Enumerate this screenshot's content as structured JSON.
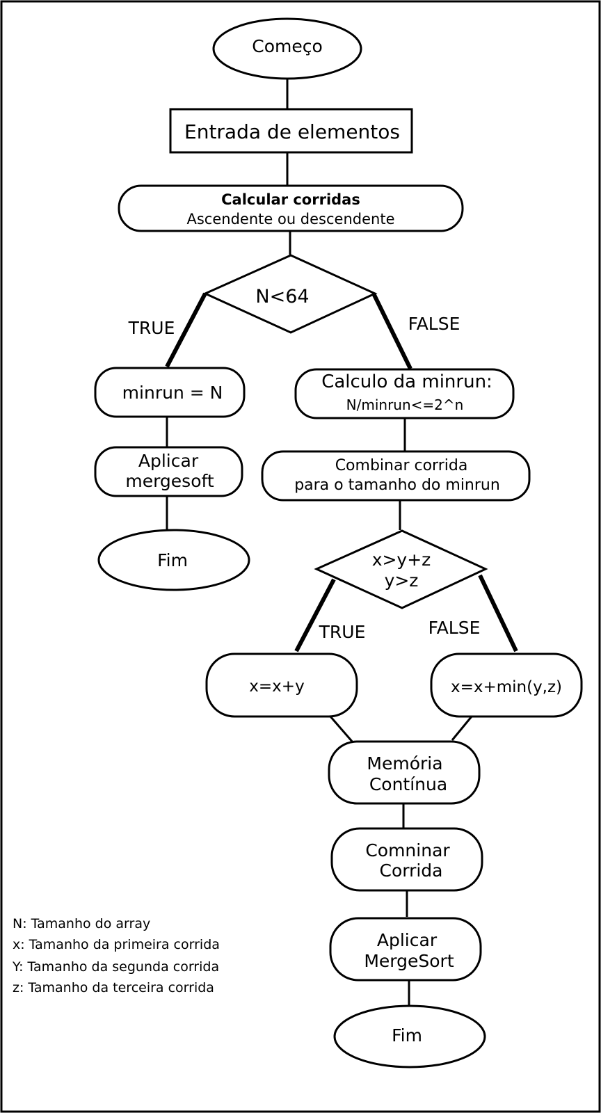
{
  "flowchart": {
    "start": "Começo",
    "input": "Entrada de elementos",
    "runs": {
      "title": "Calcular corridas",
      "subtitle": "Ascendente ou descendente"
    },
    "decision1": "N<64",
    "decision1_true": "TRUE",
    "decision1_false": "FALSE",
    "minrun_n": "minrun = N",
    "apply_left": [
      "Aplicar",
      "mergesoft"
    ],
    "end_left": "Fim",
    "minrun_calc": {
      "title": "Calculo da minrun:",
      "formula": "N/minrun<=2^n"
    },
    "combine": [
      "Combinar corrida",
      "para o tamanho do minrun"
    ],
    "decision2": [
      "x>y+z",
      "y>z"
    ],
    "decision2_true": "TRUE",
    "decision2_false": "FALSE",
    "x_sum": "x=x+y",
    "x_min": "x=x+min(y,z)",
    "memory": [
      "Memória",
      "Contínua"
    ],
    "combine_run": [
      "Comninar",
      "Corrida"
    ],
    "apply_right": [
      "Aplicar",
      "MergeSort"
    ],
    "end_right": "Fim"
  },
  "legend": [
    "N: Tamanho do array",
    "x: Tamanho da primeira corrida",
    "Y: Tamanho da segunda corrida",
    "z: Tamanho da terceira corrida"
  ]
}
